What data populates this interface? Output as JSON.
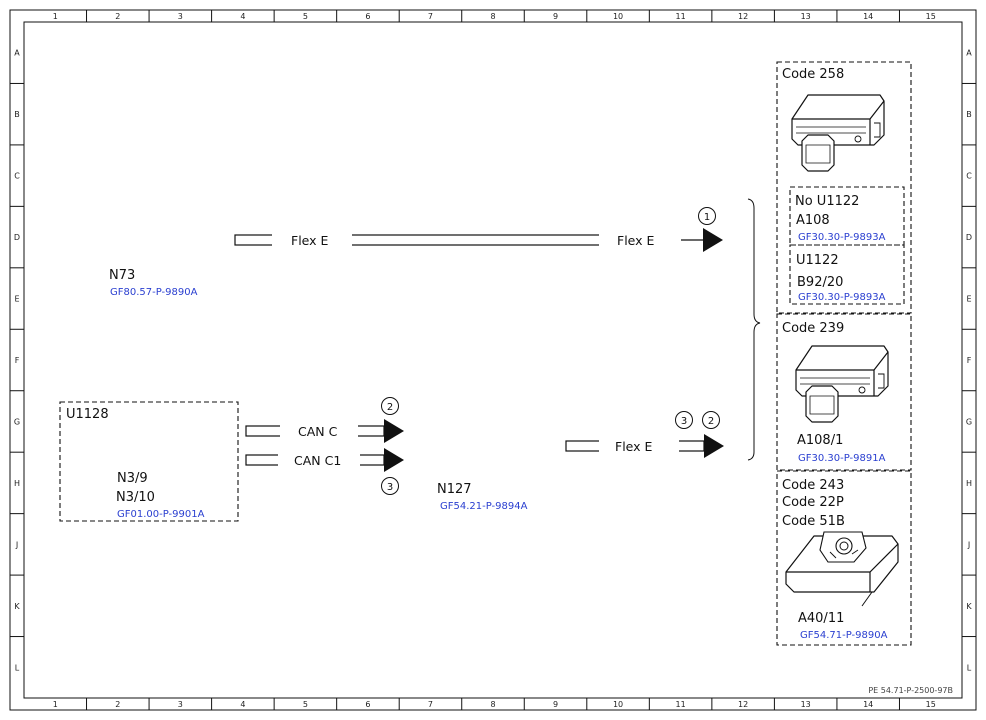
{
  "frame": {
    "columns": [
      "1",
      "2",
      "3",
      "4",
      "5",
      "6",
      "7",
      "8",
      "9",
      "10",
      "11",
      "12",
      "13",
      "14",
      "15"
    ],
    "rows": [
      "A",
      "B",
      "C",
      "D",
      "E",
      "F",
      "G",
      "H",
      "J",
      "K",
      "L"
    ],
    "document_id": "PE 54.71-P-2500-97B"
  },
  "modules": {
    "n73": {
      "label": "N73",
      "ref": "GF80.57-P-9890A"
    },
    "u1128_group": {
      "title": "U1128",
      "label1": "N3/9",
      "label2": "N3/10",
      "ref": "GF01.00-P-9901A"
    },
    "n127": {
      "label": "N127",
      "ref": "GF54.21-P-9894A"
    }
  },
  "buses": {
    "flex_e_top_left": "Flex E",
    "flex_e_top_right": "Flex E",
    "can_c": "CAN C",
    "can_c1": "CAN C1",
    "flex_e_bottom": "Flex E"
  },
  "callouts": {
    "top": "1",
    "can_c": "2",
    "can_c1": "3",
    "bottom_a": "3",
    "bottom_b": "2"
  },
  "variants": {
    "code258": {
      "title": "Code 258",
      "no_u1122": {
        "line1": "No U1122",
        "line2": "A108",
        "ref": "GF30.30-P-9893A"
      },
      "u1122": {
        "line1": "U1122",
        "line2": "B92/20",
        "ref": "GF30.30-P-9893A"
      }
    },
    "code239": {
      "title": "Code 239",
      "label": "A108/1",
      "ref": "GF30.30-P-9891A"
    },
    "code243": {
      "line1": "Code 243",
      "line2": "Code 22P",
      "line3": "Code 51B",
      "label": "A40/11",
      "ref": "GF54.71-P-9890A"
    }
  }
}
